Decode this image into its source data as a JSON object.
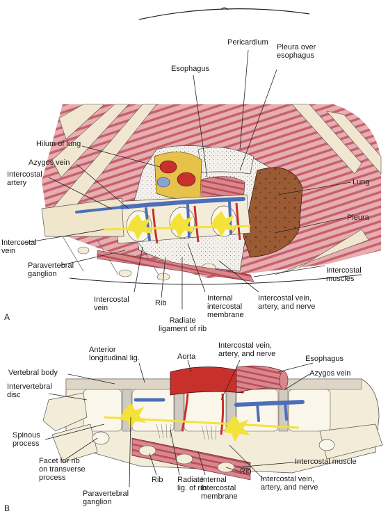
{
  "panels": [
    {
      "letter": "A",
      "labels": [
        {
          "key": "pericardium",
          "text": "Pericardium"
        },
        {
          "key": "pleura_esophagus",
          "text": "Pleura over\nesophagus"
        },
        {
          "key": "esophagus",
          "text": "Esophagus"
        },
        {
          "key": "hilum",
          "text": "Hilum of lung"
        },
        {
          "key": "azygos",
          "text": "Azygos vein"
        },
        {
          "key": "ic_artery",
          "text": "Intercostal\nartery"
        },
        {
          "key": "lung",
          "text": "Lung"
        },
        {
          "key": "pleura",
          "text": "Pleura"
        },
        {
          "key": "ic_vein_left",
          "text": "Intercostal\nvein"
        },
        {
          "key": "paravertebral",
          "text": "Paravertebral\nganglion"
        },
        {
          "key": "ic_muscles",
          "text": "Intercostal\nmuscles"
        },
        {
          "key": "ic_vein_bottom",
          "text": "Intercostal\nvein"
        },
        {
          "key": "rib",
          "text": "Rib"
        },
        {
          "key": "internal_membrane",
          "text": "Internal\nintercostal\nmembrane"
        },
        {
          "key": "ic_van",
          "text": "Intercostal vein,\nartery, and nerve"
        },
        {
          "key": "radiate",
          "text": "Radiate\nligament of rib"
        }
      ]
    },
    {
      "letter": "B",
      "labels": [
        {
          "key": "anterior_long",
          "text": "Anterior\nlongitudinal lig."
        },
        {
          "key": "aorta",
          "text": "Aorta"
        },
        {
          "key": "ic_van_top",
          "text": "Intercostal vein,\nartery, and nerve"
        },
        {
          "key": "esophagus",
          "text": "Esophagus"
        },
        {
          "key": "vertebral_body",
          "text": "Vertebral body"
        },
        {
          "key": "azygos",
          "text": "Azygos vein"
        },
        {
          "key": "iv_disc",
          "text": "Intervertebral\ndisc"
        },
        {
          "key": "spinous",
          "text": "Spinous\nprocess"
        },
        {
          "key": "facet",
          "text": "Facet for rib\non transverse\nprocess"
        },
        {
          "key": "ic_muscle",
          "text": "Intercostal muscle"
        },
        {
          "key": "rib1",
          "text": "Rib"
        },
        {
          "key": "radiate",
          "text": "Radiate\nlig. of rib"
        },
        {
          "key": "internal_membrane",
          "text": "Internal\nintercostal\nmembrane"
        },
        {
          "key": "rib2",
          "text": "Rib"
        },
        {
          "key": "ic_van_bottom",
          "text": "Intercostal vein,\nartery, and nerve"
        },
        {
          "key": "paravertebral",
          "text": "Paravertebral\nganglion"
        }
      ]
    }
  ],
  "colors": {
    "muscle": "#c9616b",
    "muscle_light": "#e9b7b6",
    "bone": "#f1ead6",
    "vein": "#4d6fb8",
    "artery": "#c8302c",
    "nerve": "#f2e23a",
    "lung": "#9a5a33",
    "fat": "#e6c24a"
  }
}
